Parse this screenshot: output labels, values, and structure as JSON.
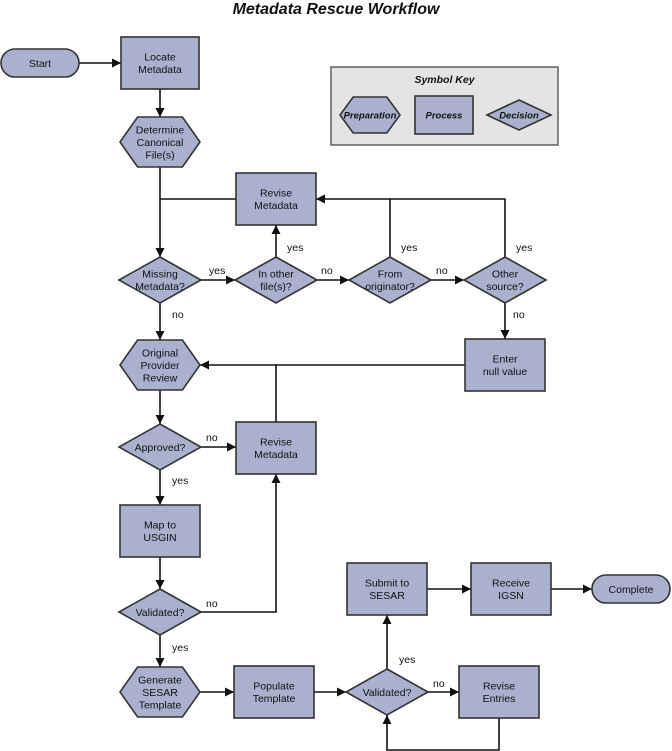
{
  "title": "Metadata Rescue Workflow",
  "colors": {
    "node_fill": "#a9b1cf",
    "node_stroke": "#333333",
    "key_fill": "#e4e4e4",
    "edge": "#111111"
  },
  "symbol_key": {
    "title": "Symbol Key",
    "items": [
      {
        "id": "key_prep",
        "shape": "hexagon",
        "label": "Preparation"
      },
      {
        "id": "key_proc",
        "shape": "rect",
        "label": "Process"
      },
      {
        "id": "key_dec",
        "shape": "diamond",
        "label": "Decision"
      }
    ]
  },
  "nodes": [
    {
      "id": "start",
      "shape": "terminal",
      "lines": [
        "Start"
      ]
    },
    {
      "id": "locate",
      "shape": "rect",
      "lines": [
        "Locate",
        "Metadata"
      ]
    },
    {
      "id": "determine",
      "shape": "hexagon",
      "lines": [
        "Determine",
        "Canonical",
        "File(s)"
      ]
    },
    {
      "id": "revise1",
      "shape": "rect",
      "lines": [
        "Revise",
        "Metadata"
      ]
    },
    {
      "id": "missing",
      "shape": "diamond",
      "lines": [
        "Missing",
        "Metadata?"
      ]
    },
    {
      "id": "inother",
      "shape": "diamond",
      "lines": [
        "In other",
        "file(s)?"
      ]
    },
    {
      "id": "fromorig",
      "shape": "diamond",
      "lines": [
        "From",
        "originator?"
      ]
    },
    {
      "id": "othersrc",
      "shape": "diamond",
      "lines": [
        "Other",
        "source?"
      ]
    },
    {
      "id": "original",
      "shape": "hexagon",
      "lines": [
        "Original",
        "Provider",
        "Review"
      ]
    },
    {
      "id": "enternull",
      "shape": "rect",
      "lines": [
        "Enter",
        "null value"
      ]
    },
    {
      "id": "approved",
      "shape": "diamond",
      "lines": [
        "Approved?"
      ]
    },
    {
      "id": "revise2",
      "shape": "rect",
      "lines": [
        "Revise",
        "Metadata"
      ]
    },
    {
      "id": "mapusgin",
      "shape": "rect",
      "lines": [
        "Map to",
        "USGIN"
      ]
    },
    {
      "id": "validated1",
      "shape": "diamond",
      "lines": [
        "Validated?"
      ]
    },
    {
      "id": "submit",
      "shape": "rect",
      "lines": [
        "Submit to",
        "SESAR"
      ]
    },
    {
      "id": "receive",
      "shape": "rect",
      "lines": [
        "Receive",
        "IGSN"
      ]
    },
    {
      "id": "complete",
      "shape": "terminal",
      "lines": [
        "Complete"
      ]
    },
    {
      "id": "generate",
      "shape": "hexagon",
      "lines": [
        "Generate",
        "SESAR",
        "Template"
      ]
    },
    {
      "id": "populate",
      "shape": "rect",
      "lines": [
        "Populate",
        "Template"
      ]
    },
    {
      "id": "validated2",
      "shape": "diamond",
      "lines": [
        "Validated?"
      ]
    },
    {
      "id": "reviseentries",
      "shape": "rect",
      "lines": [
        "Revise",
        "Entries"
      ]
    }
  ],
  "edges": [
    {
      "from": "start",
      "to": "locate",
      "label": ""
    },
    {
      "from": "locate",
      "to": "determine",
      "label": ""
    },
    {
      "from": "determine",
      "to": "missing",
      "label": ""
    },
    {
      "from": "missing",
      "to": "inother",
      "label": "yes"
    },
    {
      "from": "missing",
      "to": "original",
      "label": "no"
    },
    {
      "from": "inother",
      "to": "revise1",
      "label": "yes"
    },
    {
      "from": "inother",
      "to": "fromorig",
      "label": "no"
    },
    {
      "from": "fromorig",
      "to": "revise1",
      "label": "yes"
    },
    {
      "from": "fromorig",
      "to": "othersrc",
      "label": "no"
    },
    {
      "from": "othersrc",
      "to": "revise1",
      "label": "yes"
    },
    {
      "from": "othersrc",
      "to": "enternull",
      "label": "no"
    },
    {
      "from": "revise1",
      "to": "missing",
      "label": ""
    },
    {
      "from": "enternull",
      "to": "original",
      "label": ""
    },
    {
      "from": "original",
      "to": "approved",
      "label": ""
    },
    {
      "from": "approved",
      "to": "revise2",
      "label": "no"
    },
    {
      "from": "approved",
      "to": "mapusgin",
      "label": "yes"
    },
    {
      "from": "revise2",
      "to": "original",
      "label": ""
    },
    {
      "from": "mapusgin",
      "to": "validated1",
      "label": ""
    },
    {
      "from": "validated1",
      "to": "revise2",
      "label": "no"
    },
    {
      "from": "validated1",
      "to": "generate",
      "label": "yes"
    },
    {
      "from": "generate",
      "to": "populate",
      "label": ""
    },
    {
      "from": "populate",
      "to": "validated2",
      "label": ""
    },
    {
      "from": "validated2",
      "to": "reviseentries",
      "label": "no"
    },
    {
      "from": "validated2",
      "to": "submit",
      "label": "yes"
    },
    {
      "from": "reviseentries",
      "to": "validated2",
      "label": ""
    },
    {
      "from": "submit",
      "to": "receive",
      "label": ""
    },
    {
      "from": "receive",
      "to": "complete",
      "label": ""
    }
  ]
}
